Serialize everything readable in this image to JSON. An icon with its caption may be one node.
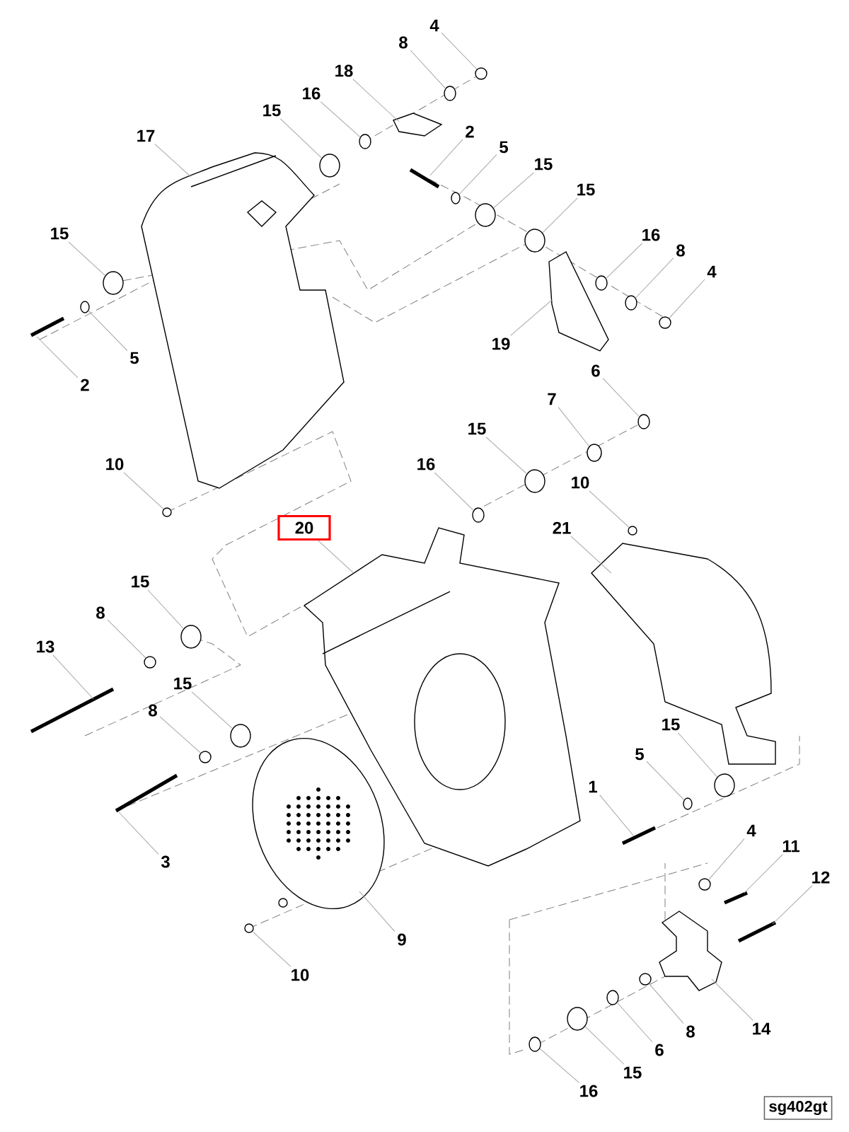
{
  "diagram": {
    "nodes": [
      {
        "text": [
          "4"
        ]
      },
      {
        "text": [
          "8"
        ]
      },
      {
        "text": [
          "18"
        ]
      },
      {
        "text": [
          "16"
        ]
      },
      {
        "text": [
          "15"
        ]
      },
      {
        "text": [
          "17"
        ]
      },
      {
        "text": [
          "2"
        ]
      },
      {
        "text": [
          "5"
        ]
      },
      {
        "text": [
          "15"
        ]
      },
      {
        "text": [
          "15"
        ]
      },
      {
        "text": [
          "16"
        ]
      },
      {
        "text": [
          "8"
        ]
      },
      {
        "text": [
          "4"
        ]
      },
      {
        "text": [
          "15"
        ]
      },
      {
        "text": [
          "5"
        ]
      },
      {
        "text": [
          "2"
        ]
      },
      {
        "text": [
          "19"
        ]
      },
      {
        "text": [
          "6"
        ]
      },
      {
        "text": [
          "7"
        ]
      },
      {
        "text": [
          "15"
        ]
      },
      {
        "text": [
          "16"
        ]
      },
      {
        "text": [
          "10"
        ]
      },
      {
        "text": [
          "10"
        ]
      },
      {
        "text": [
          "20"
        ]
      },
      {
        "text": [
          "21"
        ]
      },
      {
        "text": [
          "15"
        ]
      },
      {
        "text": [
          "8"
        ]
      },
      {
        "text": [
          "13"
        ]
      },
      {
        "text": [
          "15"
        ]
      },
      {
        "text": [
          "8"
        ]
      },
      {
        "text": [
          "15"
        ]
      },
      {
        "text": [
          "5"
        ]
      },
      {
        "text": [
          "1"
        ]
      },
      {
        "text": [
          "3"
        ]
      },
      {
        "text": [
          "4"
        ]
      },
      {
        "text": [
          "11"
        ]
      },
      {
        "text": [
          "12"
        ]
      },
      {
        "text": [
          "9"
        ]
      },
      {
        "text": [
          "10"
        ]
      },
      {
        "text": [
          "14"
        ]
      },
      {
        "text": [
          "8"
        ]
      },
      {
        "text": [
          "6"
        ]
      },
      {
        "text": [
          "15"
        ]
      },
      {
        "text": [
          "16"
        ]
      },
      {
        "text": [],
        "shape": "circle"
      },
      {
        "text": [],
        "shape": "circle"
      },
      {
        "text": [],
        "shape": "circle"
      },
      {
        "text": [],
        "shape": "circle"
      },
      {
        "text": [],
        "shape": "circle"
      },
      {
        "text": [],
        "shape": "circle"
      },
      {
        "text": [],
        "shape": "circle"
      },
      {
        "text": [],
        "shape": "circle"
      },
      {
        "text": [],
        "shape": "circle"
      },
      {
        "text": [],
        "shape": "circle"
      },
      {
        "text": [],
        "shape": "circle"
      },
      {
        "text": [],
        "shape": "circle"
      },
      {
        "text": [],
        "shape": "circle"
      },
      {
        "text": [],
        "shape": "circle"
      },
      {
        "text": [],
        "shape": "circle"
      },
      {
        "text": [],
        "shape": "circle"
      },
      {
        "text": [],
        "shape": "circle"
      },
      {
        "text": [],
        "shape": "circle"
      },
      {
        "text": [],
        "shape": "circle"
      },
      {
        "text": [],
        "shape": "circle"
      },
      {
        "text": [],
        "shape": "circle"
      },
      {
        "text": [],
        "shape": "circle"
      },
      {
        "text": [],
        "shape": "circle"
      },
      {
        "text": [],
        "shape": "circle"
      },
      {
        "text": [],
        "shape": "circle"
      },
      {
        "text": [],
        "shape": "circle"
      },
      {
        "text": [],
        "shape": "circle"
      },
      {
        "text": [],
        "shape": "circle"
      },
      {
        "text": [],
        "shape": "circle"
      },
      {
        "text": [],
        "shape": "circle"
      },
      {
        "text": [],
        "shape": "picture"
      },
      {
        "text": [],
        "shape": "picture"
      },
      {
        "text": [],
        "shape": "picture"
      },
      {
        "text": [],
        "shape": "picture"
      },
      {
        "text": [],
        "shape": "picture"
      },
      {
        "text": [],
        "shape": "picture"
      },
      {
        "text": [],
        "shape": "picture"
      },
      {
        "text": [],
        "shape": "picture"
      },
      {
        "text": [],
        "shape": "picture"
      },
      {
        "text": [],
        "shape": "picture"
      },
      {
        "text": [],
        "shape": "picture"
      },
      {
        "text": [],
        "shape": "picture"
      },
      {
        "text": [],
        "shape": "picture"
      },
      {
        "text": [],
        "shape": "picture"
      }
    ],
    "edges": [
      {
        "from": 0,
        "to": 44,
        "arrow": "none"
      },
      {
        "from": 1,
        "to": 45,
        "arrow": "none"
      },
      {
        "from": 2,
        "to": 74,
        "arrow": "none"
      },
      {
        "from": 3,
        "to": 46,
        "arrow": "none"
      },
      {
        "from": 4,
        "to": 47,
        "arrow": "none"
      },
      {
        "from": 5,
        "to": 77,
        "arrow": "none"
      },
      {
        "from": 6,
        "to": 75,
        "arrow": "none"
      },
      {
        "from": 7,
        "to": 48,
        "arrow": "none"
      },
      {
        "from": 8,
        "to": 49,
        "arrow": "none"
      },
      {
        "from": 9,
        "to": 50,
        "arrow": "none"
      },
      {
        "from": 10,
        "to": 51,
        "arrow": "none"
      },
      {
        "from": 11,
        "to": 53,
        "arrow": "none"
      },
      {
        "from": 12,
        "to": 55,
        "arrow": "none"
      },
      {
        "from": 13,
        "to": 52,
        "arrow": "none"
      },
      {
        "from": 14,
        "to": 54,
        "arrow": "none"
      },
      {
        "from": 15,
        "to": 78,
        "arrow": "none"
      },
      {
        "from": 16,
        "to": 76,
        "arrow": "none"
      },
      {
        "from": 17,
        "to": 56,
        "arrow": "none"
      },
      {
        "from": 18,
        "to": 57,
        "arrow": "none"
      },
      {
        "from": 19,
        "to": 58,
        "arrow": "none"
      },
      {
        "from": 20,
        "to": 60,
        "arrow": "none"
      },
      {
        "from": 21,
        "to": 59,
        "arrow": "none"
      },
      {
        "from": 22,
        "to": 61,
        "arrow": "none"
      },
      {
        "from": 23,
        "to": 80,
        "arrow": "none"
      },
      {
        "from": 24,
        "to": 79,
        "arrow": "none"
      },
      {
        "from": 25,
        "to": 62,
        "arrow": "none"
      },
      {
        "from": 26,
        "to": 63,
        "arrow": "none"
      },
      {
        "from": 27,
        "to": 81,
        "arrow": "none"
      },
      {
        "from": 28,
        "to": 64,
        "arrow": "none"
      },
      {
        "from": 29,
        "to": 65,
        "arrow": "none"
      },
      {
        "from": 30,
        "to": 66,
        "arrow": "none"
      },
      {
        "from": 31,
        "to": 67,
        "arrow": "none"
      },
      {
        "from": 32,
        "to": 84,
        "arrow": "none"
      },
      {
        "from": 33,
        "to": 82,
        "arrow": "none"
      },
      {
        "from": 34,
        "to": 68,
        "arrow": "none"
      },
      {
        "from": 35,
        "to": 85,
        "arrow": "none"
      },
      {
        "from": 36,
        "to": 86,
        "arrow": "none"
      },
      {
        "from": 37,
        "to": 83,
        "arrow": "none"
      },
      {
        "from": 38,
        "to": 69,
        "arrow": "none"
      },
      {
        "from": 39,
        "to": 87,
        "arrow": "none"
      },
      {
        "from": 40,
        "to": 70,
        "arrow": "none"
      },
      {
        "from": 41,
        "to": 71,
        "arrow": "none"
      },
      {
        "from": 42,
        "to": 72,
        "arrow": "none"
      },
      {
        "from": 43,
        "to": 73,
        "arrow": "none"
      }
    ],
    "labels": [
      "sg402gt"
    ]
  }
}
